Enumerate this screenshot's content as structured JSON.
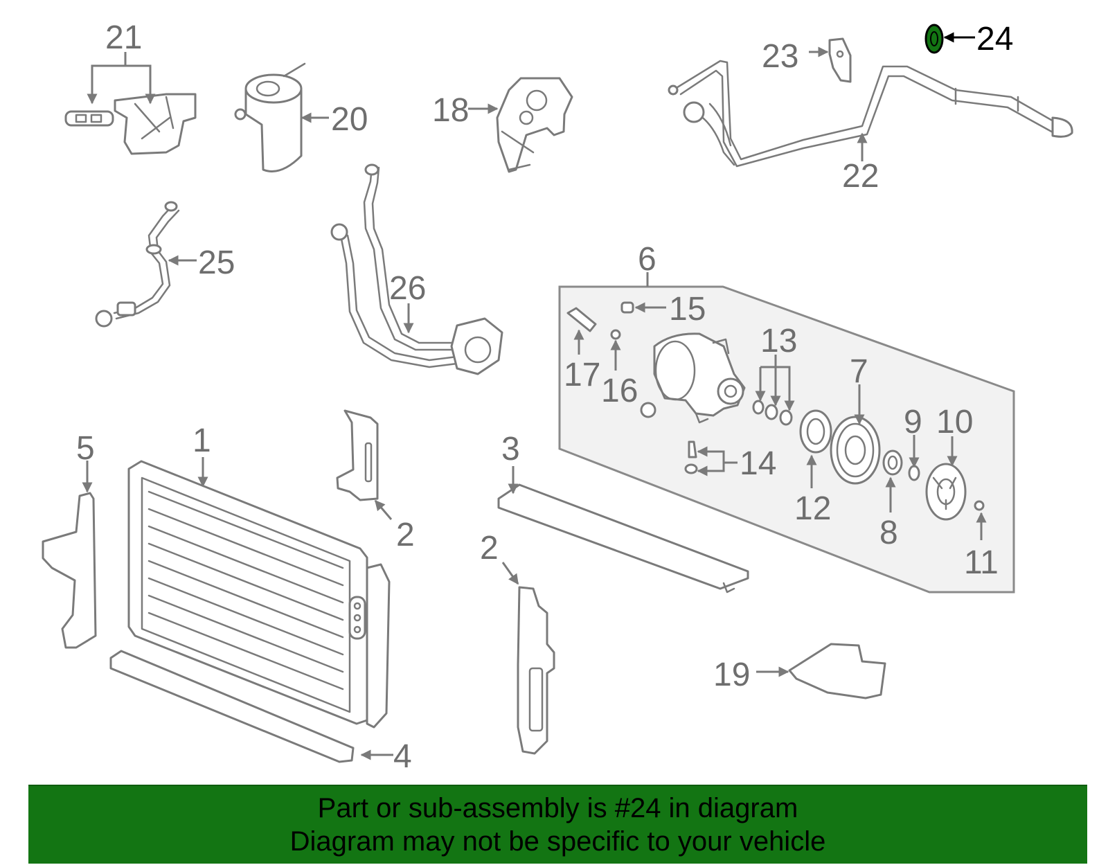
{
  "callouts": {
    "n1": "1",
    "n2a": "2",
    "n2b": "2",
    "n3": "3",
    "n4": "4",
    "n5": "5",
    "n6": "6",
    "n7": "7",
    "n8": "8",
    "n9": "9",
    "n10": "10",
    "n11": "11",
    "n12": "12",
    "n13": "13",
    "n14": "14",
    "n15": "15",
    "n16": "16",
    "n17": "17",
    "n18": "18",
    "n19": "19",
    "n20": "20",
    "n21": "21",
    "n22": "22",
    "n23": "23",
    "n24": "24",
    "n25": "25",
    "n26": "26"
  },
  "highlight": {
    "part": "24",
    "color": "#137513"
  },
  "footer": {
    "line1": "Part or sub-assembly is #24 in diagram",
    "line2": "Diagram may not be specific to your vehicle",
    "background": "#137513"
  }
}
